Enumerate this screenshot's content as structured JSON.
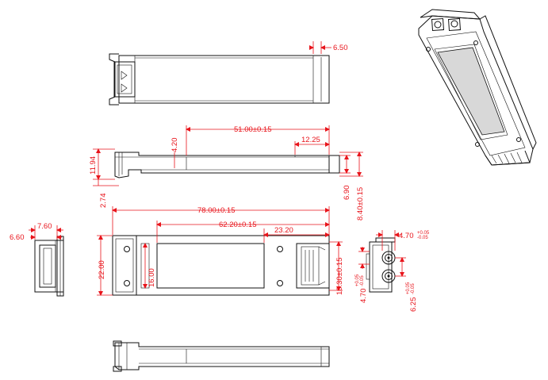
{
  "dimensions": {
    "latch_width": "6.50",
    "length_51": "51.00±0.15",
    "latch_4_20": "4.20",
    "length_12_25": "12.25",
    "height_11_94": "11.94",
    "height_2_74": "2.74",
    "height_6_90": "6.90",
    "height_8_40": "8.40±0.15",
    "length_78": "78.00±0.15",
    "length_62_20": "62.20±0.15",
    "length_23_20": "23.20",
    "width_22": "22.00",
    "width_16": "16.00",
    "width_18_30": "18.30±0.15",
    "end_7_60": "7.60",
    "end_6_60": "6.60",
    "port_4_70_top": "4.70",
    "port_4_70_top_tol_plus": "+0.05",
    "port_4_70_top_tol_minus": "-0.05",
    "port_4_70_left": "4.70",
    "port_4_70_left_tol_plus": "+0.05",
    "port_4_70_left_tol_minus": "-0.05",
    "port_6_25": "6.25",
    "port_6_25_tol_plus": "+0.05",
    "port_6_25_tol_minus": "-0.05"
  },
  "colors": {
    "dimension": "#e8141b",
    "outline": "#111111",
    "background": "#ffffff"
  }
}
